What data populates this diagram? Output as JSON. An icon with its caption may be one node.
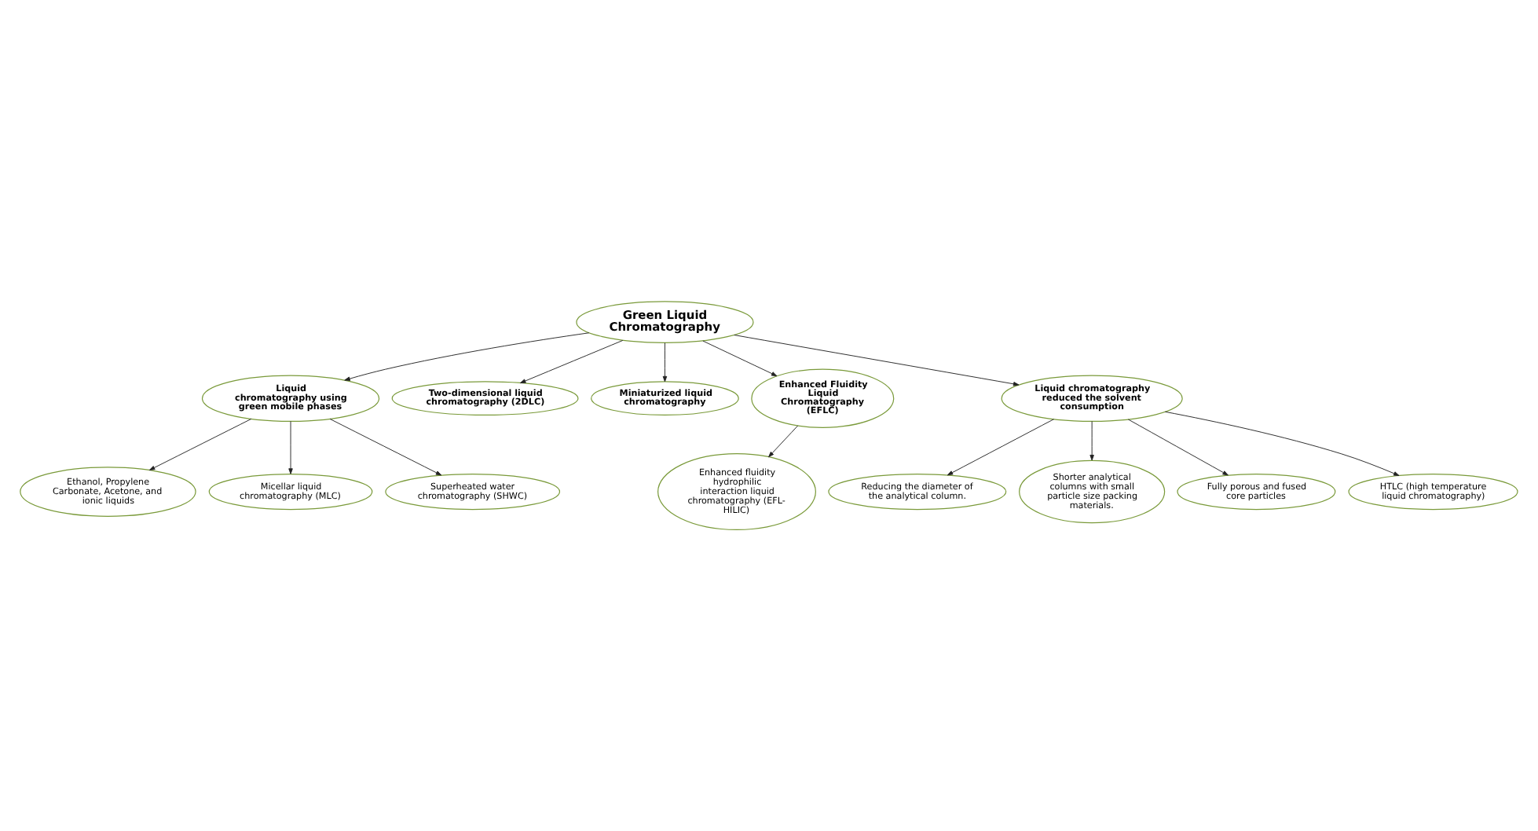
{
  "diagram": {
    "nodes": [
      {
        "text": [
          "Green Liquid Chromatography"
        ]
      },
      {
        "text": [
          "Liquid chromatography using green mobile phases"
        ]
      },
      {
        "text": [
          "Ethanol, Propylene Carbonate, Acetone, and ionic liquids"
        ]
      },
      {
        "text": [
          "Micellar liquid chromatography (MLC)"
        ]
      },
      {
        "text": [
          "Superheated water chromatography (SHWC)"
        ]
      },
      {
        "text": [
          "Two-dimensional liquid chromatography (2DLC)"
        ]
      },
      {
        "text": [
          "Miniaturized liquid chromatography"
        ]
      },
      {
        "text": [
          "Enhanced Fluidity Liquid Chromatography (EFLC)"
        ]
      },
      {
        "text": [
          "Enhanced fluidity hydrophilic interaction liquid chromatography (EFL-HILIC)"
        ]
      },
      {
        "text": [
          "Liquid chromatography reduced the solvent consumption"
        ]
      },
      {
        "text": [
          "Reducing the diameter of the analytical column."
        ]
      },
      {
        "text": [
          "Shorter analytical columns with small particle size packing materials."
        ]
      },
      {
        "text": [
          "Fully porous and fused core particles"
        ]
      },
      {
        "text": [
          "HTLC (high temperature liquid chromatography)"
        ]
      }
    ],
    "edges": [
      {
        "from": 0,
        "to": 1,
        "arrow": "to"
      },
      {
        "from": 1,
        "to": 2,
        "arrow": "to"
      },
      {
        "from": 1,
        "to": 3,
        "arrow": "to"
      },
      {
        "from": 1,
        "to": 4,
        "arrow": "to"
      },
      {
        "from": 0,
        "to": 5,
        "arrow": "to"
      },
      {
        "from": 0,
        "to": 6,
        "arrow": "to"
      },
      {
        "from": 0,
        "to": 7,
        "arrow": "to"
      },
      {
        "from": 7,
        "to": 8,
        "arrow": "to"
      },
      {
        "from": 0,
        "to": 9,
        "arrow": "to"
      },
      {
        "from": 9,
        "to": 10,
        "arrow": "to"
      },
      {
        "from": 9,
        "to": 11,
        "arrow": "to"
      },
      {
        "from": 9,
        "to": 12,
        "arrow": "to"
      },
      {
        "from": 9,
        "to": 13,
        "arrow": "to"
      }
    ]
  }
}
